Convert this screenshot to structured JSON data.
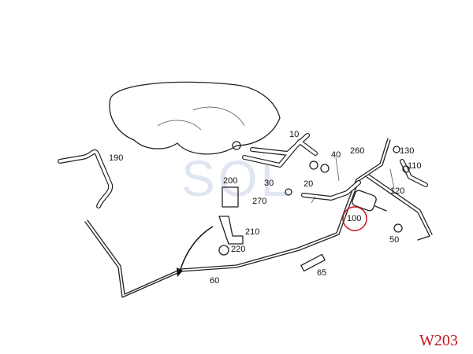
{
  "diagram": {
    "model_code": "W203",
    "watermark": "SOL",
    "highlight_color": "#c8141e",
    "callouts": [
      {
        "id": "190",
        "label": "190"
      },
      {
        "id": "10",
        "label": "10"
      },
      {
        "id": "40",
        "label": "40"
      },
      {
        "id": "260",
        "label": "260"
      },
      {
        "id": "130",
        "label": "130"
      },
      {
        "id": "110",
        "label": "110"
      },
      {
        "id": "200",
        "label": "200"
      },
      {
        "id": "30",
        "label": "30"
      },
      {
        "id": "20",
        "label": "20"
      },
      {
        "id": "120",
        "label": "120"
      },
      {
        "id": "270",
        "label": "270"
      },
      {
        "id": "100",
        "label": "100",
        "highlighted": true
      },
      {
        "id": "210",
        "label": "210"
      },
      {
        "id": "50",
        "label": "50"
      },
      {
        "id": "220",
        "label": "220"
      },
      {
        "id": "65",
        "label": "65"
      },
      {
        "id": "60",
        "label": "60"
      }
    ]
  }
}
